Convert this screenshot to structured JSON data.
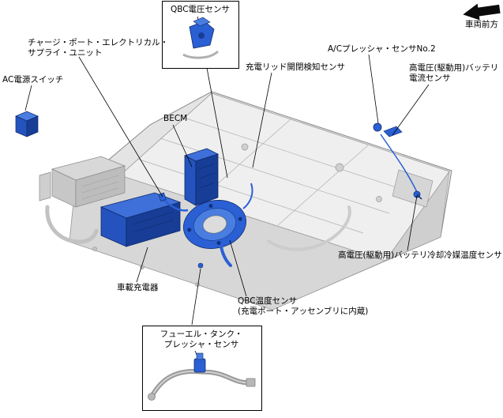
{
  "diagram": {
    "direction": {
      "label": "車両前方"
    },
    "labels": {
      "charge_port_unit": "チャージ・ポート・エレクトリカル・\nサプライ・ユニット",
      "ac_power_switch": "AC電源スイッチ",
      "qbc_voltage_sensor": "QBC電圧センサ",
      "becm": "BECM",
      "charge_lid_sensor": "充電リッド開閉検知センサ",
      "ac_pressure_sensor_no2": "A/Cプレッシャ・センサNo.2",
      "battery_current_sensor": "高電圧(駆動用)バッテリ\n電流センサ",
      "coolant_temp_sensor": "高電圧(駆動用)バッテリ冷却冷媒温度センサ",
      "onboard_charger": "車載充電器",
      "qbc_temp_sensor": "QBC温度センサ\n(充電ポート・アッセンブリに内蔵)",
      "fuel_tank_pressure_sensor": "フューエル・タンク・\nプレッシャ・センサ"
    },
    "colors": {
      "highlight_blue": "#2b5fd4",
      "pack_gray": "#e4e4e4",
      "leader_line": "#000000"
    }
  }
}
